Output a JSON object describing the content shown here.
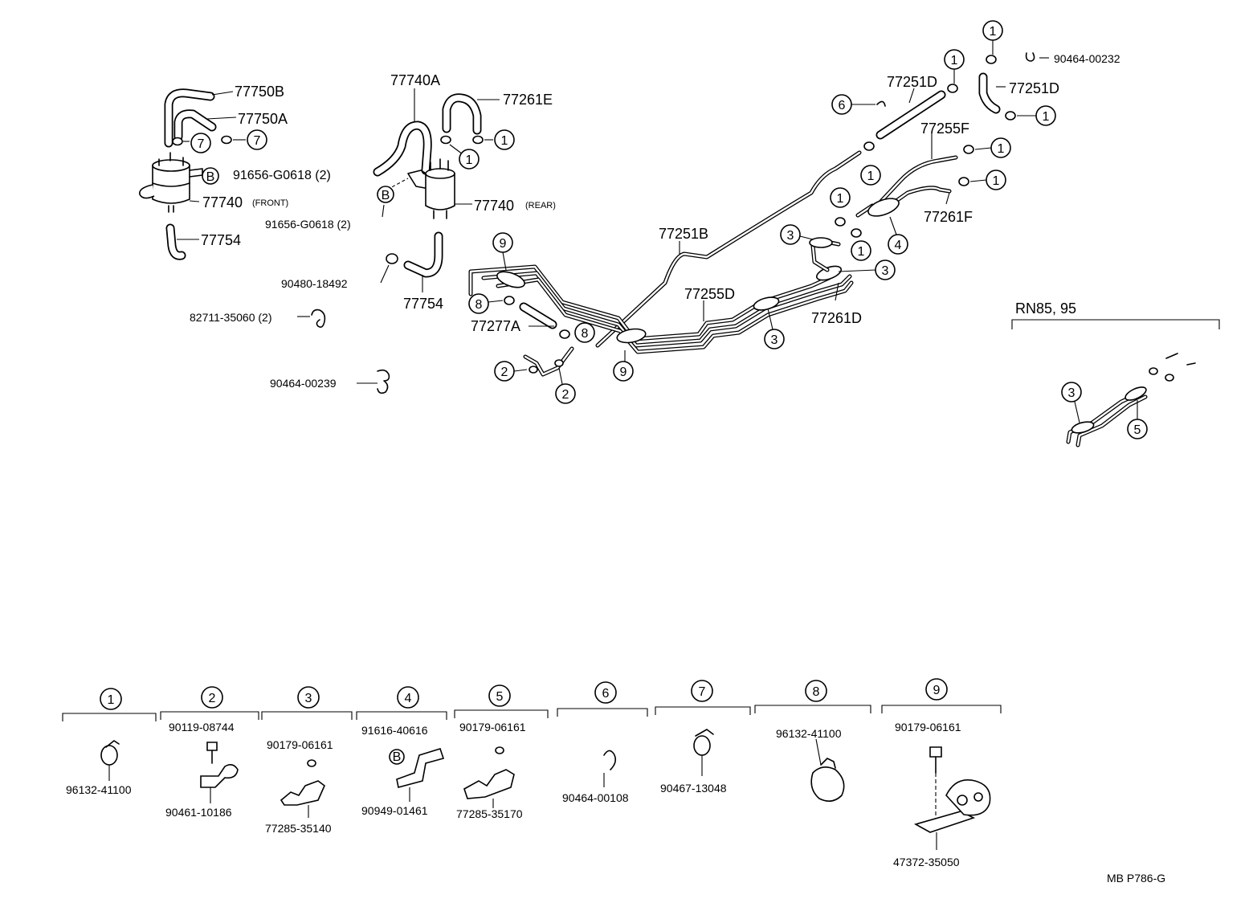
{
  "labels": {
    "p77750B": "77750B",
    "p77750A": "77750A",
    "p77740A": "77740A",
    "p77261E": "77261E",
    "p91656_1": "91656-G0618 (2)",
    "p77740_front": "77740",
    "front_note": "(FRONT)",
    "p91656_2": "91656-G0618 (2)",
    "p77740_rear": "77740",
    "rear_note": "(REAR)",
    "p77754_a": "77754",
    "p77754_b": "77754",
    "p90480": "90480-18492",
    "p82711": "82711-35060 (2)",
    "p90464_00239": "90464-00239",
    "p77251B": "77251B",
    "p77255D": "77255D",
    "p77261D": "77261D",
    "p77277A": "77277A",
    "p77251D_a": "77251D",
    "p77251D_b": "77251D",
    "p90464_00232": "90464-00232",
    "p77255F": "77255F",
    "p77261F": "77261F",
    "variant": "RN85, 95",
    "ref_code": "MB P786-G"
  },
  "circle_marks": {
    "one": "1",
    "two": "2",
    "three": "3",
    "four": "4",
    "five": "5",
    "six": "6",
    "seven": "7",
    "eight": "8",
    "nine": "9",
    "b": "B"
  },
  "legend": [
    {
      "num": "1",
      "parts": [
        "96132-41100"
      ]
    },
    {
      "num": "2",
      "parts": [
        "90119-08744",
        "90461-10186"
      ]
    },
    {
      "num": "3",
      "parts": [
        "90179-06161",
        "77285-35140"
      ]
    },
    {
      "num": "4",
      "parts": [
        "91616-40616",
        "90949-01461"
      ]
    },
    {
      "num": "5",
      "parts": [
        "90179-06161",
        "77285-35170"
      ]
    },
    {
      "num": "6",
      "parts": [
        "90464-00108"
      ]
    },
    {
      "num": "7",
      "parts": [
        "90467-13048"
      ]
    },
    {
      "num": "8",
      "parts": [
        "96132-41100"
      ]
    },
    {
      "num": "9",
      "parts": [
        "90179-06161",
        "47372-35050"
      ]
    }
  ]
}
